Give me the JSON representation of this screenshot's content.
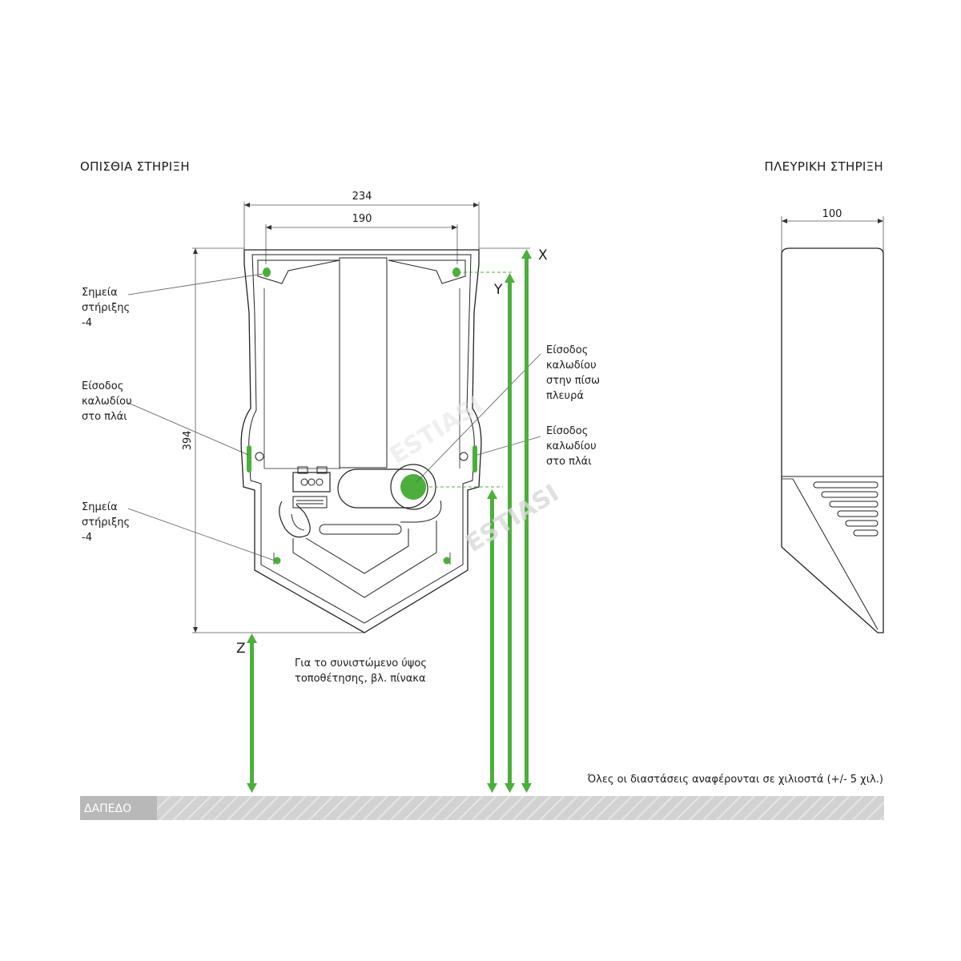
{
  "headers": {
    "rear": "ΟΠΙΣΘΙΑ ΣΤΗΡΙΞΗ",
    "side": "ΠΛΕΥΡΙΚΗ ΣΤΗΡΙΞΗ"
  },
  "dimensions": {
    "outer_width": "234",
    "inner_width": "190",
    "height": "394",
    "depth": "100"
  },
  "axes": {
    "x": "X",
    "y": "Y",
    "z": "Z"
  },
  "labels": {
    "mount_top": [
      "Σημεία",
      "στήριξης",
      "-4"
    ],
    "cable_side_left": [
      "Είσοδος",
      "καλωδίου",
      "στο πλάι"
    ],
    "mount_bottom": [
      "Σημεία",
      "στήριξης",
      "-4"
    ],
    "cable_rear": [
      "Είσοδος",
      "καλωδίου",
      "στην πίσω",
      "πλευρά"
    ],
    "cable_side_right": [
      "Είσοδος",
      "καλωδίου",
      "στο πλάι"
    ]
  },
  "notes": {
    "recommended": [
      "Για το συνιστώμενο ύψος",
      "τοποθέτησης, βλ. πίνακα"
    ],
    "tolerance": "Όλες οι διαστάσεις αναφέρονται σε χιλιοστά (+/- 5 χιλ.)"
  },
  "floor": "ΔΑΠΕΔΟ",
  "watermark": "ESTIASI",
  "colors": {
    "accent": "#4caf3c",
    "floor": "#c8c8c8",
    "line": "#222222"
  }
}
